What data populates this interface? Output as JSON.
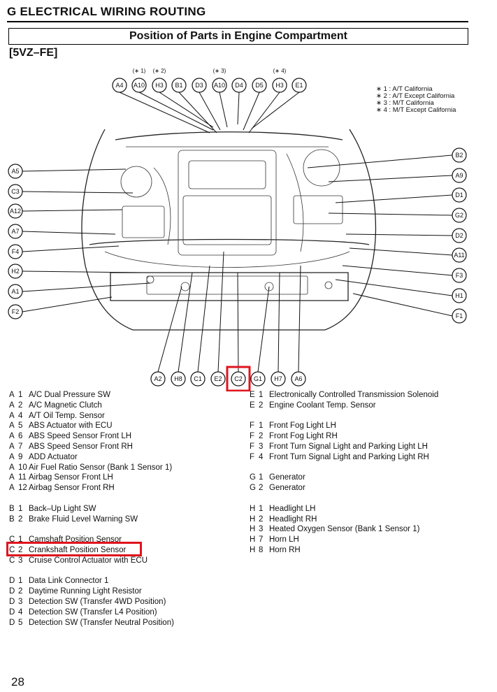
{
  "header": {
    "title": "G  ELECTRICAL WIRING ROUTING"
  },
  "subtitle": "Position of Parts in Engine Compartment",
  "engine_label": "[5VZ–FE]",
  "colors": {
    "highlight": "#e0141e",
    "ink": "#111111"
  },
  "diagram": {
    "top_callouts": [
      "A4",
      "A10",
      "H3",
      "B1",
      "D3",
      "A10",
      "D4",
      "D5",
      "H3",
      "E1"
    ],
    "top_marks": [
      "(∗ 1)",
      "(∗ 2)",
      "(∗ 3)",
      "(∗ 4)"
    ],
    "left_callouts": [
      "A5",
      "C3",
      "A12",
      "A7",
      "F4",
      "H2",
      "A1",
      "F2"
    ],
    "right_callouts": [
      "B2",
      "A9",
      "D1",
      "G2",
      "D2",
      "A11",
      "F3",
      "H1",
      "F1"
    ],
    "bottom_callouts": [
      "A2",
      "H8",
      "C1",
      "E2",
      "C2",
      "G1",
      "H7",
      "A6"
    ],
    "highlighted_callout": "C2",
    "notes": [
      "∗ 1 :  A/T California",
      "∗ 2 :  A/T Except California",
      "∗ 3 :  M/T California",
      "∗ 4 :  M/T Except California"
    ]
  },
  "parts_left": [
    {
      "letter": "A",
      "num": "1",
      "name": "A/C Dual Pressure SW"
    },
    {
      "letter": "A",
      "num": "2",
      "name": "A/C Magnetic Clutch"
    },
    {
      "letter": "A",
      "num": "4",
      "name": "A/T Oil Temp. Sensor"
    },
    {
      "letter": "A",
      "num": "5",
      "name": "ABS Actuator with ECU"
    },
    {
      "letter": "A",
      "num": "6",
      "name": "ABS Speed Sensor Front LH"
    },
    {
      "letter": "A",
      "num": "7",
      "name": "ABS Speed Sensor Front RH"
    },
    {
      "letter": "A",
      "num": "9",
      "name": "ADD Actuator"
    },
    {
      "letter": "A",
      "num": "10",
      "name": "Air Fuel Ratio Sensor (Bank 1 Sensor 1)"
    },
    {
      "letter": "A",
      "num": "11",
      "name": "Airbag Sensor Front LH"
    },
    {
      "letter": "A",
      "num": "12",
      "name": "Airbag Sensor Front RH"
    },
    {
      "gap": true
    },
    {
      "letter": "B",
      "num": "1",
      "name": "Back–Up Light SW"
    },
    {
      "letter": "B",
      "num": "2",
      "name": "Brake Fluid Level Warning SW"
    },
    {
      "gap": true
    },
    {
      "letter": "C",
      "num": "1",
      "name": "Camshaft Position Sensor"
    },
    {
      "letter": "C",
      "num": "2",
      "name": "Crankshaft Position Sensor"
    },
    {
      "letter": "C",
      "num": "3",
      "name": "Cruise Control Actuator with ECU"
    },
    {
      "gap": true
    },
    {
      "letter": "D",
      "num": "1",
      "name": "Data Link Connector 1"
    },
    {
      "letter": "D",
      "num": "2",
      "name": "Daytime Running Light Resistor"
    },
    {
      "letter": "D",
      "num": "3",
      "name": "Detection SW (Transfer 4WD Position)"
    },
    {
      "letter": "D",
      "num": "4",
      "name": "Detection SW (Transfer L4 Position)"
    },
    {
      "letter": "D",
      "num": "5",
      "name": "Detection SW (Transfer Neutral Position)"
    }
  ],
  "parts_right": [
    {
      "letter": "E",
      "num": "1",
      "name": "Electronically Controlled Transmission Solenoid"
    },
    {
      "letter": "E",
      "num": "2",
      "name": "Engine Coolant Temp. Sensor"
    },
    {
      "gap": true
    },
    {
      "letter": "F",
      "num": "1",
      "name": "Front Fog Light LH"
    },
    {
      "letter": "F",
      "num": "2",
      "name": "Front Fog Light RH"
    },
    {
      "letter": "F",
      "num": "3",
      "name": "Front Turn Signal Light and Parking Light LH"
    },
    {
      "letter": "F",
      "num": "4",
      "name": "Front Turn Signal Light and Parking Light RH"
    },
    {
      "gap": true
    },
    {
      "letter": "G",
      "num": "1",
      "name": "Generator"
    },
    {
      "letter": "G",
      "num": "2",
      "name": "Generator"
    },
    {
      "gap": true
    },
    {
      "letter": "H",
      "num": "1",
      "name": "Headlight LH"
    },
    {
      "letter": "H",
      "num": "2",
      "name": "Headlight RH"
    },
    {
      "letter": "H",
      "num": "3",
      "name": "Heated Oxygen Sensor (Bank 1 Sensor 1)"
    },
    {
      "letter": "H",
      "num": "7",
      "name": "Horn LH"
    },
    {
      "letter": "H",
      "num": "8",
      "name": "Horn RH"
    }
  ],
  "page_number": "28"
}
